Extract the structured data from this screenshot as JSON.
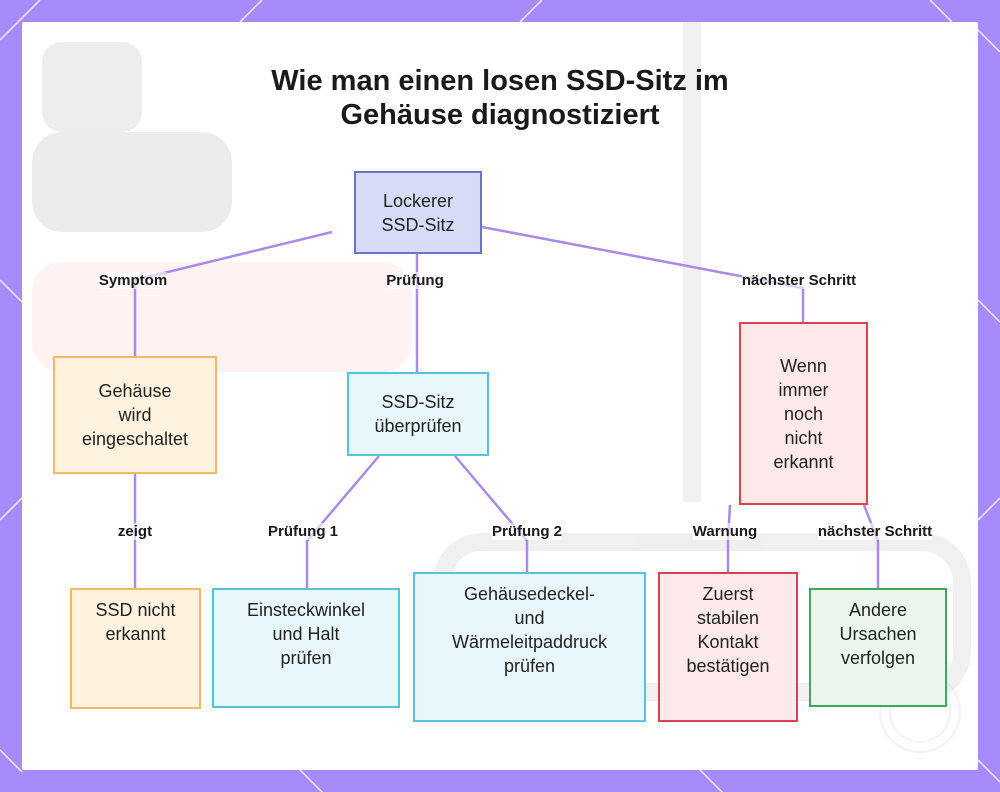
{
  "title_lines": [
    "Wie man einen losen SSD-Sitz im",
    "Gehäuse diagnostiziert"
  ],
  "nodes": {
    "root": [
      "Lockerer",
      "SSD-Sitz"
    ],
    "powered_on": [
      "Gehäuse",
      "wird",
      "eingeschaltet"
    ],
    "check_seat": [
      "SSD-Sitz",
      "überprüfen"
    ],
    "still_not": [
      "Wenn",
      "immer",
      "noch",
      "nicht",
      "erkannt"
    ],
    "not_detected": [
      "SSD nicht",
      "erkannt"
    ],
    "check_angle": [
      "Einsteckwinkel",
      "und Halt",
      "prüfen"
    ],
    "check_lid": [
      "Gehäusedeckel-",
      "und",
      "Wärmeleitpaddruck",
      "prüfen"
    ],
    "confirm_contact": [
      "Zuerst",
      "stabilen",
      "Kontakt",
      "bestätigen"
    ],
    "other_causes": [
      "Andere",
      "Ursachen",
      "verfolgen"
    ]
  },
  "edge_labels": {
    "symptom": "Symptom",
    "pruefung": "Prüfung",
    "naechster_schritt_1": "nächster Schritt",
    "zeigt": "zeigt",
    "pruefung_1": "Prüfung 1",
    "pruefung_2": "Prüfung 2",
    "warnung": "Warnung",
    "naechster_schritt_2": "nächster Schritt"
  },
  "colors": {
    "frame": "#a78bfa",
    "connector": "#a98ae6",
    "root_fill": "#d6dcf7",
    "root_border": "#6b73c9",
    "orange_border": "#f0bb62",
    "cyan_border": "#57c4dc",
    "red_border": "#d9434f",
    "green_border": "#3ea85a"
  }
}
